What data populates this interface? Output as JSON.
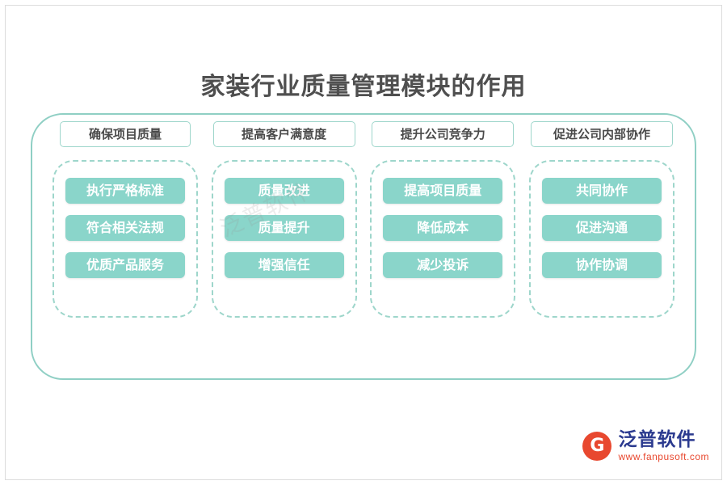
{
  "page": {
    "title": "家装行业质量管理模块的作用",
    "watermark": "泛普软件"
  },
  "columns": [
    {
      "header": "确保项目质量",
      "items": [
        "执行严格标准",
        "符合相关法规",
        "优质产品服务"
      ]
    },
    {
      "header": "提高客户满意度",
      "items": [
        "质量改进",
        "质量提升",
        "增强信任"
      ]
    },
    {
      "header": "提升公司竞争力",
      "items": [
        "提高项目质量",
        "降低成本",
        "减少投诉"
      ]
    },
    {
      "header": "促进公司内部协作",
      "items": [
        "共同协作",
        "促进沟通",
        "协作协调"
      ]
    }
  ],
  "logo": {
    "mark": "G",
    "name": "泛普软件",
    "url": "www.fanpusoft.com"
  },
  "colors": {
    "accent": "#8ad5ca",
    "frame": "#8fcfc4",
    "title": "#4f4f4f",
    "logo_red": "#e8482f",
    "logo_blue": "#2b3a8f"
  }
}
